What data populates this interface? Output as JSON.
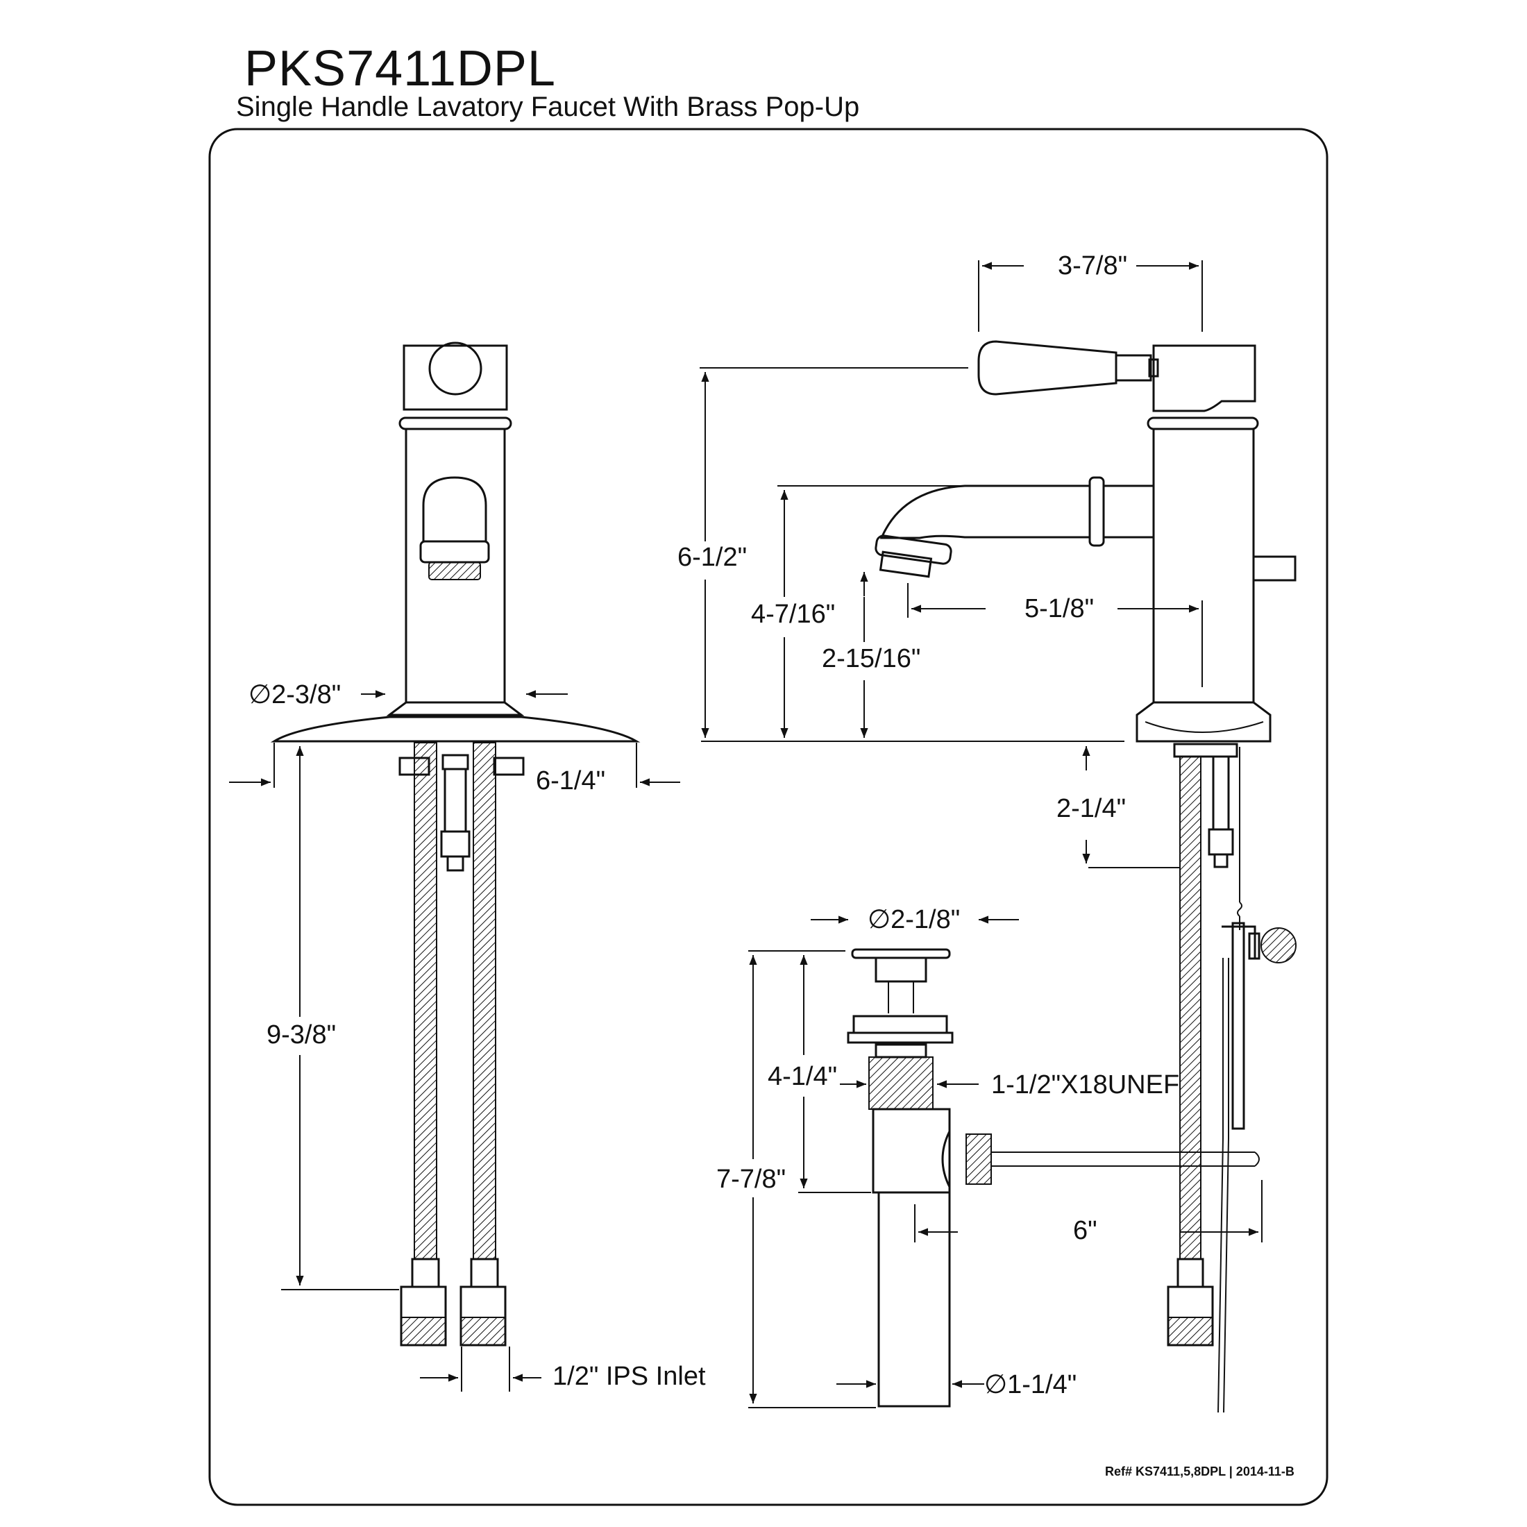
{
  "header": {
    "model": "PKS7411DPL",
    "description": "Single Handle Lavatory Faucet With Brass Pop-Up"
  },
  "dimensions": {
    "front_base_diameter": "∅2-3/8\"",
    "front_plate_width": "6-1/4\"",
    "front_supply_length": "9-3/8\"",
    "front_inlet": "1/2\" IPS Inlet",
    "side_handle_reach": "3-7/8\"",
    "side_overall_height": "6-1/2\"",
    "side_spout_height": "4-7/16\"",
    "side_spout_reach": "5-1/8\"",
    "side_spout_clearance": "2-15/16\"",
    "side_shank_length": "2-1/4\"",
    "drain_flange_diameter": "∅2-1/8\"",
    "drain_thread_length": "4-1/4\"",
    "drain_thread_spec": "1-1/2\"X18UNEF",
    "drain_overall_length": "7-7/8\"",
    "drain_rod_length": "6\"",
    "drain_tail_diameter": "∅1-1/4\""
  },
  "footer": {
    "reference": "Ref# KS7411,5,8DPL | 2014-11-B"
  }
}
